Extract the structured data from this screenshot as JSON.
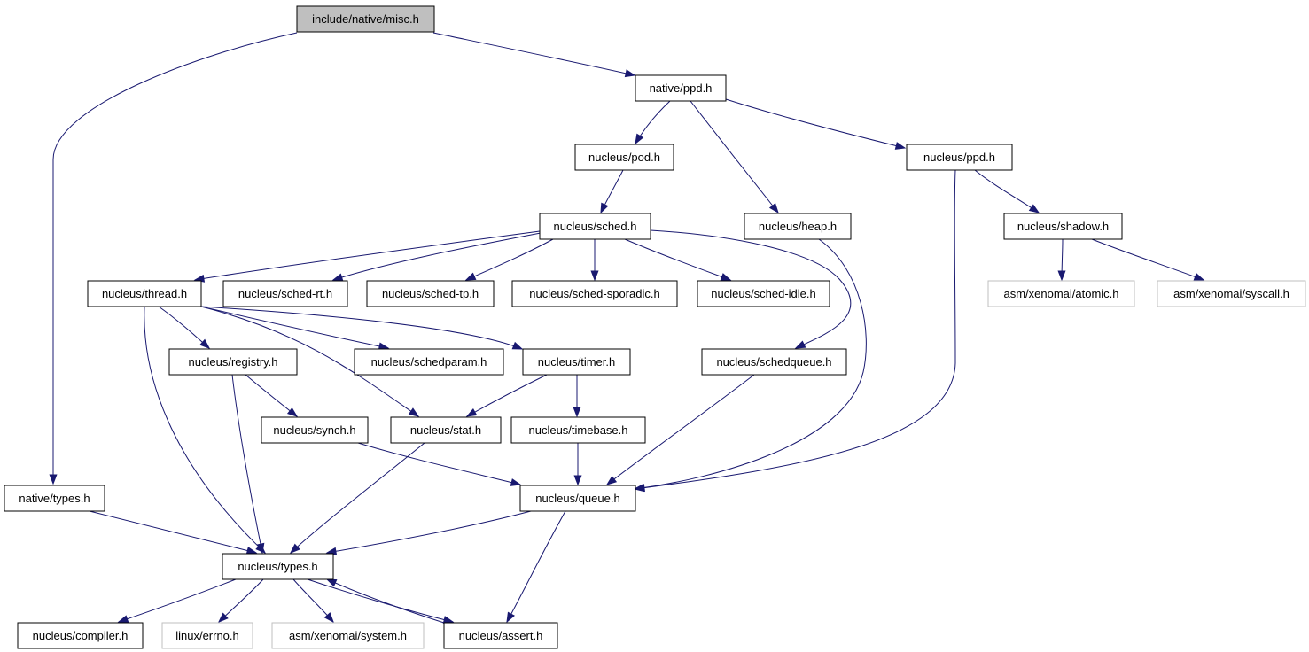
{
  "diagram": {
    "edge_color": "#191970",
    "external_border_color": "#bfbfbf",
    "root_fill_color": "#bfbfbf",
    "nodes": [
      {
        "id": "misc",
        "label": "include/native/misc.h",
        "style": "root"
      },
      {
        "id": "native_ppd",
        "label": "native/ppd.h",
        "style": "normal"
      },
      {
        "id": "nucleus_pod",
        "label": "nucleus/pod.h",
        "style": "normal"
      },
      {
        "id": "nucleus_ppd",
        "label": "nucleus/ppd.h",
        "style": "normal"
      },
      {
        "id": "nucleus_sched",
        "label": "nucleus/sched.h",
        "style": "normal"
      },
      {
        "id": "nucleus_heap",
        "label": "nucleus/heap.h",
        "style": "normal"
      },
      {
        "id": "nucleus_shadow",
        "label": "nucleus/shadow.h",
        "style": "normal"
      },
      {
        "id": "nucleus_thread",
        "label": "nucleus/thread.h",
        "style": "normal"
      },
      {
        "id": "sched_rt",
        "label": "nucleus/sched-rt.h",
        "style": "normal"
      },
      {
        "id": "sched_tp",
        "label": "nucleus/sched-tp.h",
        "style": "normal"
      },
      {
        "id": "sched_sporadic",
        "label": "nucleus/sched-sporadic.h",
        "style": "normal"
      },
      {
        "id": "sched_idle",
        "label": "nucleus/sched-idle.h",
        "style": "normal"
      },
      {
        "id": "asm_atomic",
        "label": "asm/xenomai/atomic.h",
        "style": "external"
      },
      {
        "id": "asm_syscall",
        "label": "asm/xenomai/syscall.h",
        "style": "external"
      },
      {
        "id": "registry",
        "label": "nucleus/registry.h",
        "style": "normal"
      },
      {
        "id": "schedparam",
        "label": "nucleus/schedparam.h",
        "style": "normal"
      },
      {
        "id": "timer",
        "label": "nucleus/timer.h",
        "style": "normal"
      },
      {
        "id": "schedqueue",
        "label": "nucleus/schedqueue.h",
        "style": "normal"
      },
      {
        "id": "synch",
        "label": "nucleus/synch.h",
        "style": "normal"
      },
      {
        "id": "stat",
        "label": "nucleus/stat.h",
        "style": "normal"
      },
      {
        "id": "timebase",
        "label": "nucleus/timebase.h",
        "style": "normal"
      },
      {
        "id": "native_types",
        "label": "native/types.h",
        "style": "normal"
      },
      {
        "id": "queue",
        "label": "nucleus/queue.h",
        "style": "normal"
      },
      {
        "id": "nucleus_types",
        "label": "nucleus/types.h",
        "style": "normal"
      },
      {
        "id": "compiler",
        "label": "nucleus/compiler.h",
        "style": "normal"
      },
      {
        "id": "linux_errno",
        "label": "linux/errno.h",
        "style": "external"
      },
      {
        "id": "asm_system",
        "label": "asm/xenomai/system.h",
        "style": "external"
      },
      {
        "id": "assert",
        "label": "nucleus/assert.h",
        "style": "normal"
      }
    ],
    "edges": [
      {
        "from": "misc",
        "to": "native_ppd"
      },
      {
        "from": "misc",
        "to": "native_types"
      },
      {
        "from": "native_ppd",
        "to": "nucleus_pod"
      },
      {
        "from": "native_ppd",
        "to": "nucleus_heap"
      },
      {
        "from": "native_ppd",
        "to": "nucleus_ppd"
      },
      {
        "from": "nucleus_pod",
        "to": "nucleus_sched"
      },
      {
        "from": "nucleus_sched",
        "to": "nucleus_thread"
      },
      {
        "from": "nucleus_sched",
        "to": "sched_rt"
      },
      {
        "from": "nucleus_sched",
        "to": "sched_tp"
      },
      {
        "from": "nucleus_sched",
        "to": "sched_sporadic"
      },
      {
        "from": "nucleus_sched",
        "to": "sched_idle"
      },
      {
        "from": "nucleus_sched",
        "to": "schedqueue"
      },
      {
        "from": "nucleus_heap",
        "to": "queue"
      },
      {
        "from": "nucleus_ppd",
        "to": "nucleus_shadow"
      },
      {
        "from": "nucleus_ppd",
        "to": "queue"
      },
      {
        "from": "nucleus_shadow",
        "to": "asm_atomic"
      },
      {
        "from": "nucleus_shadow",
        "to": "asm_syscall"
      },
      {
        "from": "nucleus_thread",
        "to": "registry"
      },
      {
        "from": "nucleus_thread",
        "to": "schedparam"
      },
      {
        "from": "nucleus_thread",
        "to": "timer"
      },
      {
        "from": "nucleus_thread",
        "to": "stat"
      },
      {
        "from": "nucleus_thread",
        "to": "nucleus_types"
      },
      {
        "from": "registry",
        "to": "synch"
      },
      {
        "from": "registry",
        "to": "nucleus_types"
      },
      {
        "from": "timer",
        "to": "stat"
      },
      {
        "from": "timer",
        "to": "timebase"
      },
      {
        "from": "schedqueue",
        "to": "queue"
      },
      {
        "from": "synch",
        "to": "queue"
      },
      {
        "from": "stat",
        "to": "nucleus_types"
      },
      {
        "from": "timebase",
        "to": "queue"
      },
      {
        "from": "native_types",
        "to": "nucleus_types"
      },
      {
        "from": "queue",
        "to": "nucleus_types"
      },
      {
        "from": "queue",
        "to": "assert"
      },
      {
        "from": "nucleus_types",
        "to": "compiler"
      },
      {
        "from": "nucleus_types",
        "to": "linux_errno"
      },
      {
        "from": "nucleus_types",
        "to": "asm_system"
      },
      {
        "from": "nucleus_types",
        "to": "assert"
      },
      {
        "from": "assert",
        "to": "nucleus_types"
      }
    ]
  }
}
